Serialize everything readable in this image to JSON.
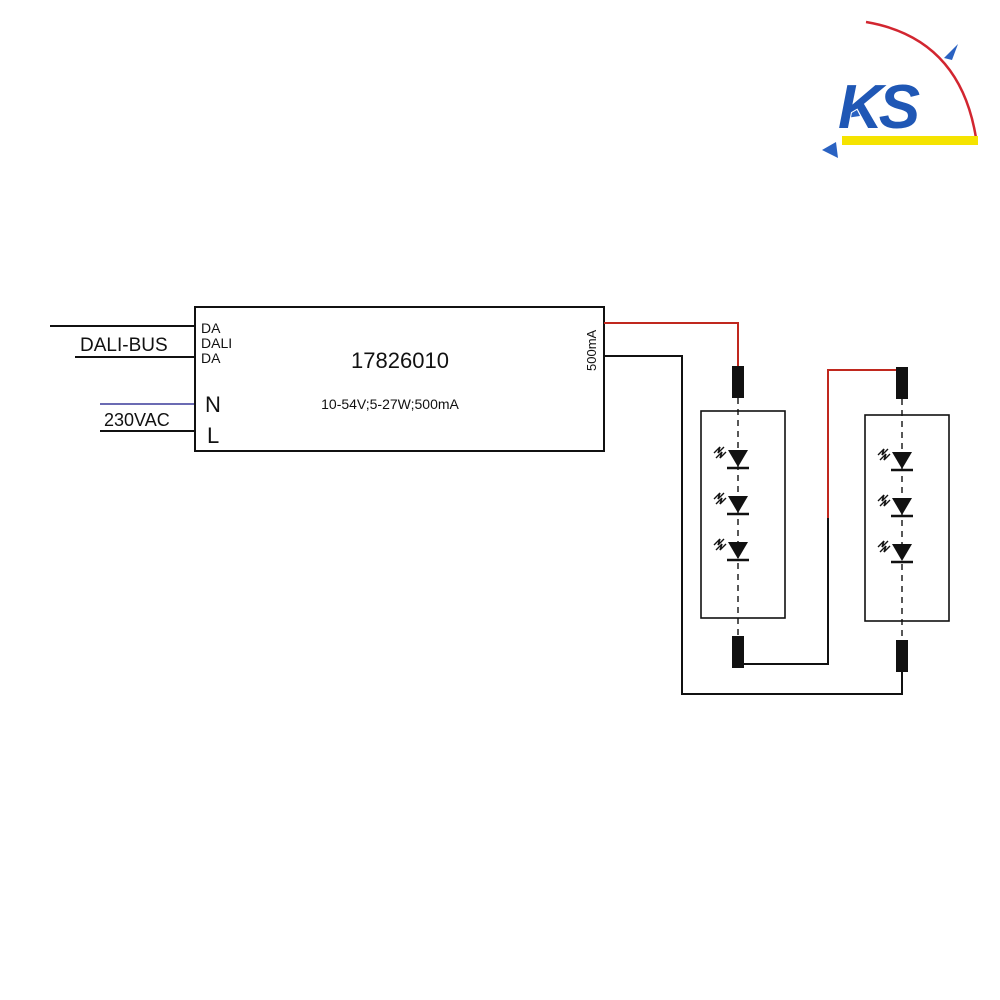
{
  "brand": {
    "logo_text": "KS",
    "colors": {
      "logo_blue": "#1f57b5",
      "logo_red": "#d22630",
      "logo_yellow": "#f5e300",
      "arrow_blue": "#2a62c2"
    }
  },
  "driver": {
    "model": "17826010",
    "spec": "10-54V;5-27W;500mA",
    "output_label": "500mA",
    "terminal_da_top": "DA",
    "terminal_dali": "DALI",
    "terminal_da_bottom": "DA",
    "terminal_n": "N",
    "terminal_l": "L"
  },
  "inputs": {
    "dali_bus_label": "DALI-BUS",
    "mains_label": "230VAC"
  },
  "colors": {
    "wire": "#111111",
    "positive_wire": "#c0281e",
    "neutral_wire": "#3a3a9a"
  },
  "led_modules": {
    "count": 2,
    "leds_per_module": 3,
    "led_icon": "led-diode-icon"
  }
}
